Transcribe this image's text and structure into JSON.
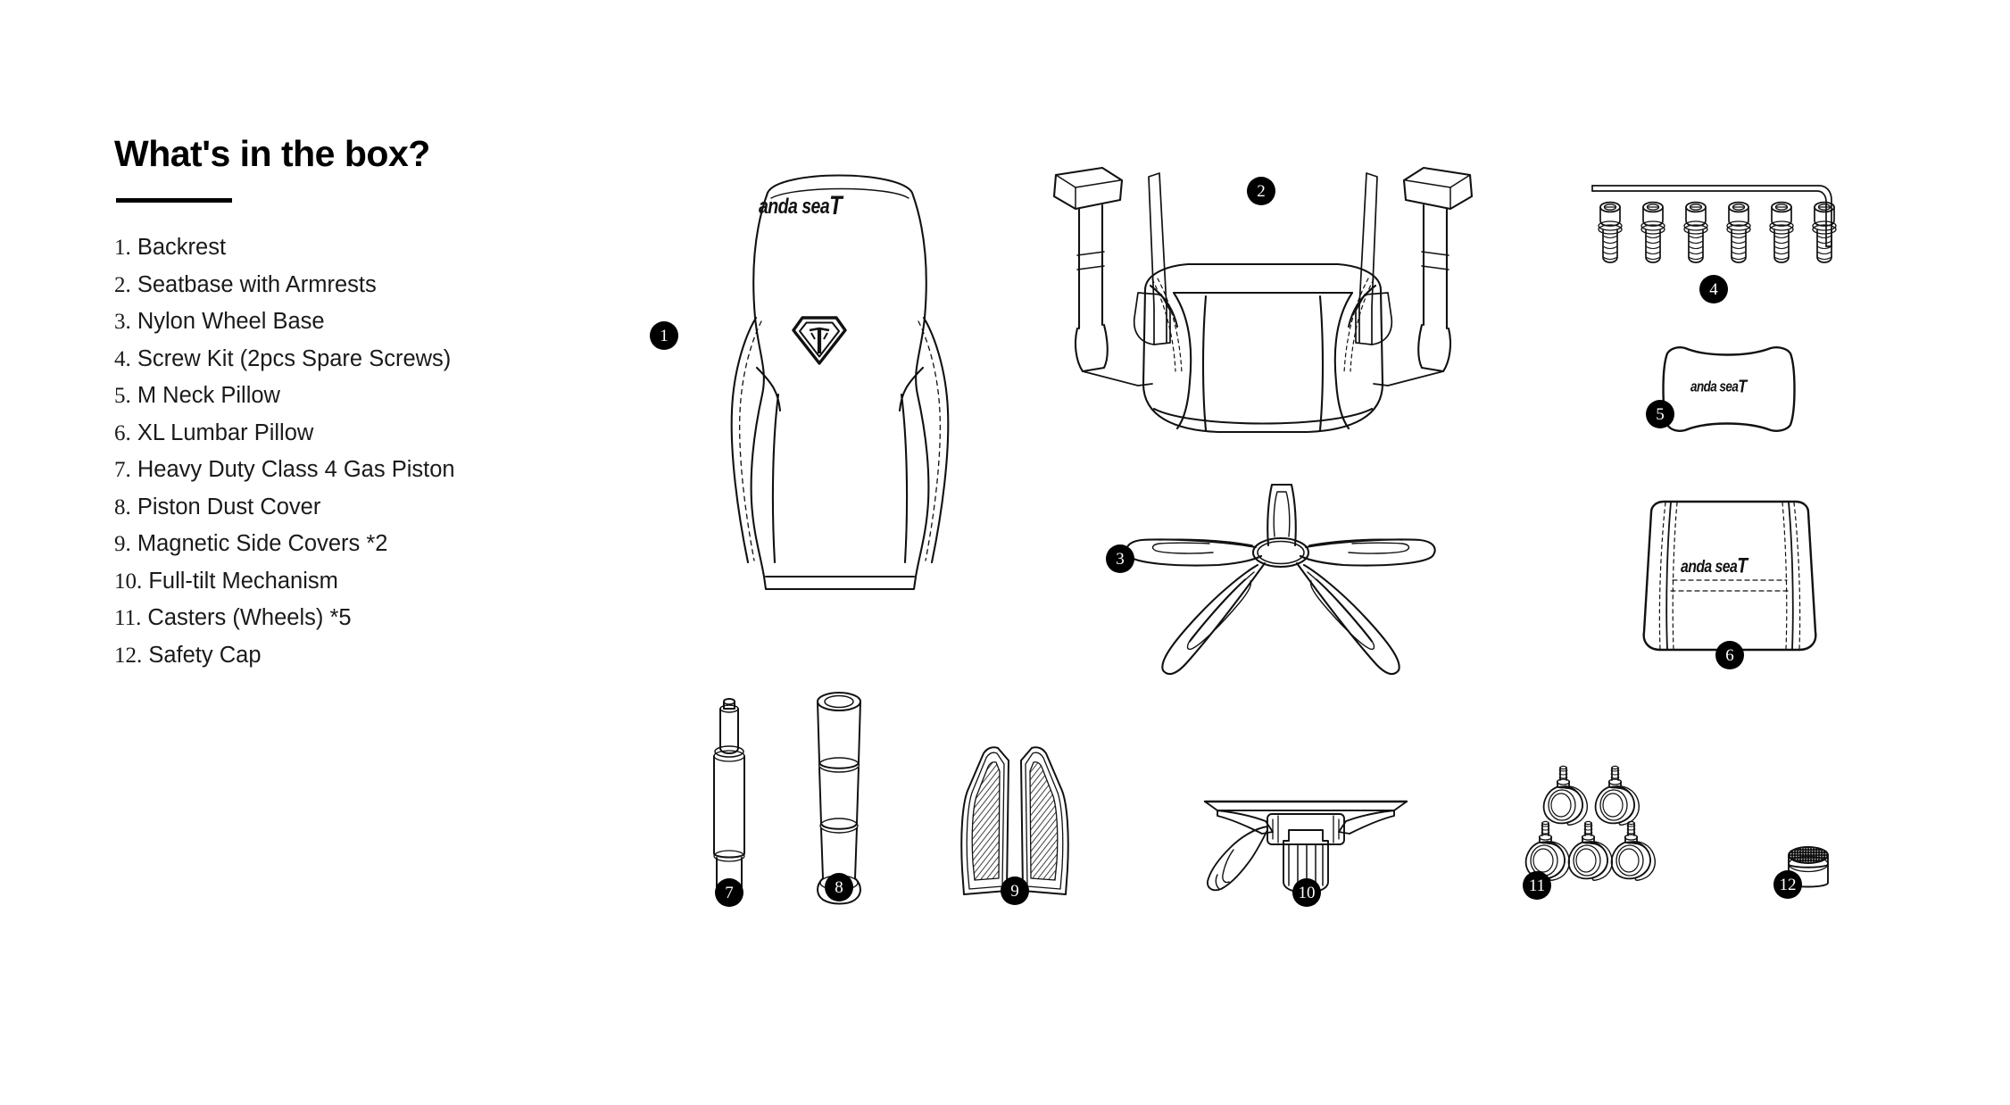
{
  "page": {
    "background_color": "#ffffff",
    "ink_color": "#111111",
    "badge_color": "#000000",
    "badge_text_color": "#ffffff"
  },
  "legend": {
    "title": "What's in the box?",
    "items": [
      {
        "num": "1.",
        "label": "Backrest"
      },
      {
        "num": "2.",
        "label": "Seatbase with Armrests"
      },
      {
        "num": "3.",
        "label": "Nylon Wheel Base"
      },
      {
        "num": "4.",
        "label": "Screw Kit (2pcs Spare Screws)"
      },
      {
        "num": "5.",
        "label": "M Neck Pillow"
      },
      {
        "num": "6.",
        "label": "XL Lumbar Pillow"
      },
      {
        "num": "7.",
        "label": "Heavy Duty Class 4 Gas Piston"
      },
      {
        "num": "8.",
        "label": "Piston Dust Cover"
      },
      {
        "num": "9.",
        "label": "Magnetic Side Covers *2"
      },
      {
        "num": "10.",
        "label": "Full-tilt Mechanism"
      },
      {
        "num": "11.",
        "label": "Casters (Wheels) *5"
      },
      {
        "num": "12.",
        "label": "Safety Cap"
      }
    ]
  },
  "brand": {
    "wordmark": "anda sea",
    "wordmark_tail": "T",
    "emblem": "ad-diamond-logo"
  },
  "figures": [
    {
      "badge": "1",
      "name": "backrest",
      "logo_wordmark": true,
      "emblem": true
    },
    {
      "badge": "2",
      "name": "seatbase-armrests",
      "logo_wordmark": false,
      "emblem": false
    },
    {
      "badge": "3",
      "name": "nylon-wheel-base",
      "logo_wordmark": false,
      "emblem": false
    },
    {
      "badge": "4",
      "name": "screw-kit",
      "screw_count": "6",
      "wrench": "hex-key"
    },
    {
      "badge": "5",
      "name": "neck-pillow",
      "logo_wordmark": true,
      "emblem": false
    },
    {
      "badge": "6",
      "name": "lumbar-pillow",
      "logo_wordmark": true,
      "emblem": false
    },
    {
      "badge": "7",
      "name": "gas-piston",
      "logo_wordmark": false,
      "emblem": false
    },
    {
      "badge": "8",
      "name": "piston-dust-cover",
      "logo_wordmark": false,
      "emblem": false
    },
    {
      "badge": "9",
      "name": "magnetic-side-covers",
      "count": "2"
    },
    {
      "badge": "10",
      "name": "full-tilt-mechanism",
      "logo_wordmark": false,
      "emblem": false
    },
    {
      "badge": "11",
      "name": "casters",
      "count": "5"
    },
    {
      "badge": "12",
      "name": "safety-cap",
      "logo_wordmark": false,
      "emblem": false
    }
  ]
}
